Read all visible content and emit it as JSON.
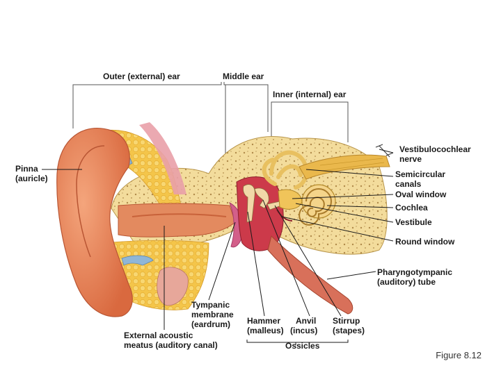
{
  "diagram": {
    "regions": {
      "outer": "Outer (external) ear",
      "middle": "Middle ear",
      "inner": "Inner (internal) ear"
    },
    "labels": {
      "pinna_1": "Pinna",
      "pinna_2": "(auricle)",
      "vestibulocochlear_1": "Vestibulocochlear",
      "vestibulocochlear_2": "nerve",
      "semicircular_1": "Semicircular",
      "semicircular_2": "canals",
      "oval_window": "Oval window",
      "cochlea": "Cochlea",
      "vestibule": "Vestibule",
      "round_window": "Round window",
      "pharyngo_1": "Pharyngotympanic",
      "pharyngo_2": "(auditory) tube",
      "tympanic_1": "Tympanic",
      "tympanic_2": "membrane",
      "tympanic_3": "(eardrum)",
      "hammer_1": "Hammer",
      "hammer_2": "(malleus)",
      "anvil_1": "Anvil",
      "anvil_2": "(incus)",
      "stirrup_1": "Stirrup",
      "stirrup_2": "(stapes)",
      "ossicles": "Ossicles",
      "meatus_1": "External acoustic",
      "meatus_2": "meatus (auditory canal)"
    },
    "figure_caption": "Figure 8.12"
  },
  "colors": {
    "skin": "#e8865a",
    "skin_dark": "#c9603a",
    "bone": "#f3dc9c",
    "fat": "#f2c24c",
    "cartilage": "#8fb6d8",
    "middle_cavity": "#cc3a4a",
    "nerve": "#e8b64a",
    "line": "#1a1a1a"
  }
}
